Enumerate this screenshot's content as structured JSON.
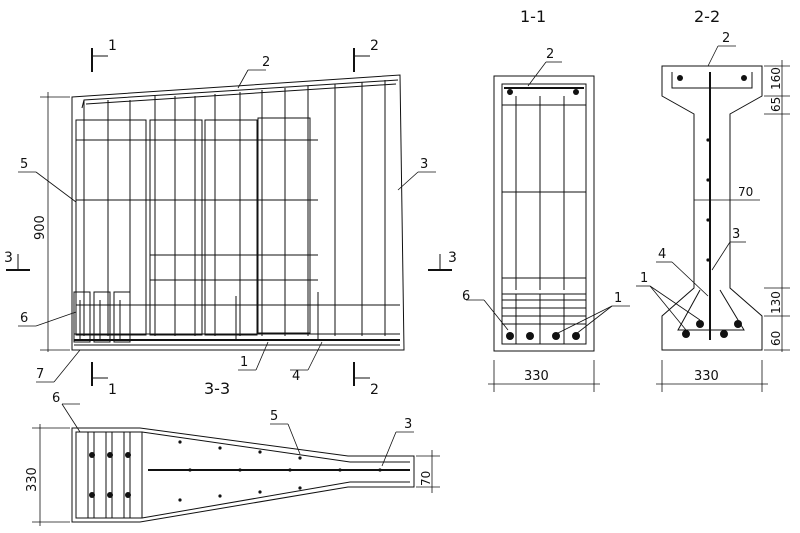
{
  "section_titles": {
    "s11": "1-1",
    "s22": "2-2",
    "s33": "3-3"
  },
  "cut_marks": {
    "one": "1",
    "two": "2",
    "three": "3"
  },
  "callouts": {
    "c1": "1",
    "c2": "2",
    "c3": "3",
    "c4": "4",
    "c5": "5",
    "c6": "6",
    "c7": "7"
  },
  "dimensions": {
    "elev_height": "900",
    "width_330": "330",
    "web_70": "70",
    "flange_160": "160",
    "haunch_65": "65",
    "bottom_130": "130",
    "bottom_60": "60"
  }
}
